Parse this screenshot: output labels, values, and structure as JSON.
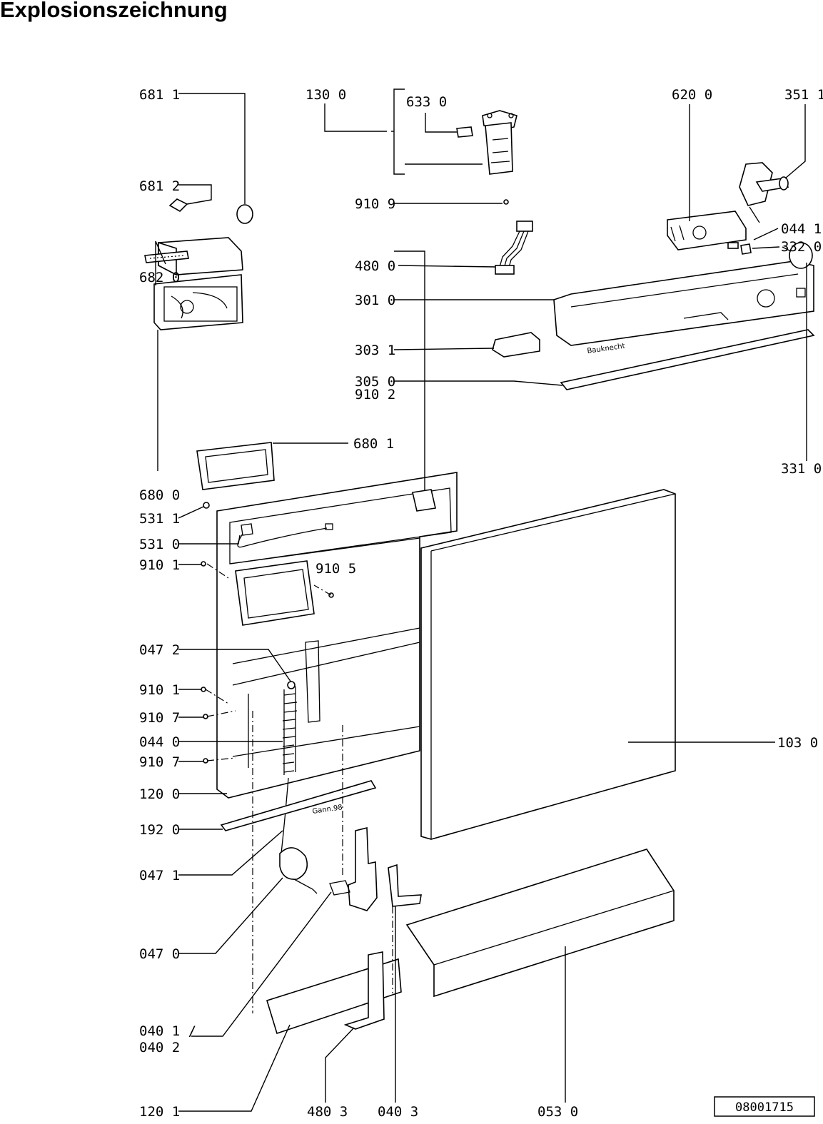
{
  "title": "Explosionszeichnung",
  "drawing_number": "08001715",
  "brand_mark": "Bauknecht",
  "date_mark": "Gann.98",
  "labels": {
    "p6811": "681 1",
    "p1300": "130 0",
    "p6330": "633 0",
    "p6200": "620 0",
    "p3511": "351 1",
    "p6812": "681 2",
    "p9109": "910 9",
    "p4800": "480 0",
    "p0441": "044 1",
    "p3320": "332 0",
    "p6820": "682 0",
    "p3010": "301 0",
    "p3031": "303 1",
    "p3050": "305 0",
    "p9102": "910 2",
    "p6801": "680 1",
    "p3310": "331 0",
    "p6800": "680 0",
    "p5311": "531 1",
    "p5310": "531 0",
    "p9101a": "910 1",
    "p9105": "910 5",
    "p0472": "047 2",
    "p9101b": "910 1",
    "p9107a": "910 7",
    "p0440": "044 0",
    "p9107b": "910 7",
    "p1030": "103 0",
    "p1200": "120 0",
    "p1920": "192 0",
    "p0471": "047 1",
    "p0470": "047 0",
    "p0401": "040 1 /",
    "p0402": "040 2",
    "p1201": "120 1",
    "p4803": "480 3",
    "p0403": "040 3",
    "p0530": "053 0"
  }
}
